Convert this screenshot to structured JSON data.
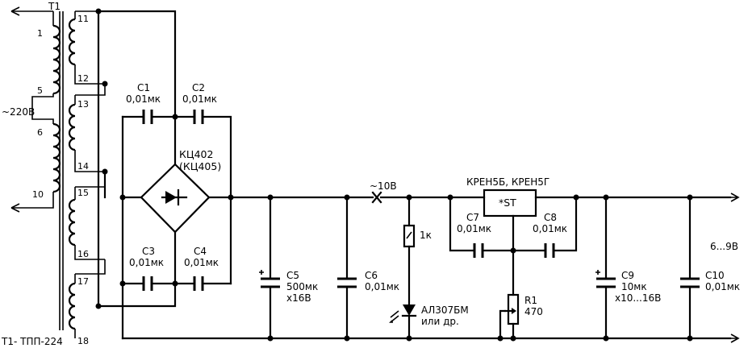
{
  "transformer": {
    "label": "T1",
    "type_note": "T1- ТПП-224",
    "primary_pins": [
      "1",
      "5",
      "6",
      "10"
    ],
    "secondary_pins": [
      "11",
      "12",
      "13",
      "14",
      "15",
      "16",
      "17",
      "18"
    ],
    "mains_label": "~220В"
  },
  "capacitors": {
    "c1": {
      "name": "C1",
      "value": "0,01мк"
    },
    "c2": {
      "name": "C2",
      "value": "0,01мк"
    },
    "c3": {
      "name": "C3",
      "value": "0,01мк"
    },
    "c4": {
      "name": "C4",
      "value": "0,01мк"
    },
    "c5": {
      "name": "C5",
      "value": "500мк",
      "voltage": "x16В"
    },
    "c6": {
      "name": "C6",
      "value": "0,01мк"
    },
    "c7": {
      "name": "C7",
      "value": "0,01мк"
    },
    "c8": {
      "name": "C8",
      "value": "0,01мк"
    },
    "c9": {
      "name": "C9",
      "value": "10мк",
      "voltage": "x10...16В"
    },
    "c10": {
      "name": "C10",
      "value": "0,01мк"
    }
  },
  "bridge": {
    "name": "КЦ402",
    "alt": "(КЦ405)"
  },
  "rail_voltage": "~10В",
  "resistor": {
    "value": "1к"
  },
  "led": {
    "name": "АЛ307БМ",
    "alt": "или др."
  },
  "regulator": {
    "title": "КРЕН5Б, КРЕН5Г",
    "marking": "*ST"
  },
  "r1": {
    "name": "R1",
    "value": "470"
  },
  "output_voltage": "6...9В"
}
